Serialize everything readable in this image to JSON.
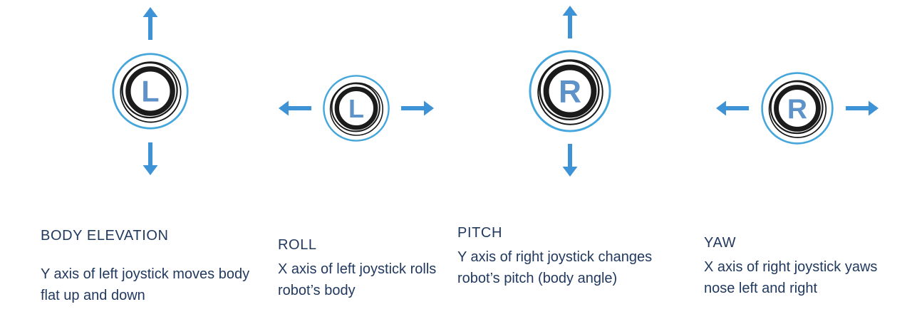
{
  "colors": {
    "arrow_blue": "#3E93D6",
    "ring_blue": "#45A6DC",
    "letter_blue": "#5E93C9",
    "ring_black": "#1B1B1B",
    "text_navy": "#21395F"
  },
  "controls": [
    {
      "id": "body-elevation",
      "letter": "L",
      "axis": "vertical",
      "heading": "BODY ELEVATION",
      "description": "Y axis of left joystick moves body flat up and down"
    },
    {
      "id": "roll",
      "letter": "L",
      "axis": "horizontal",
      "heading": "ROLL",
      "description": "X axis of left joystick rolls robot’s body"
    },
    {
      "id": "pitch",
      "letter": "R",
      "axis": "vertical",
      "heading": "PITCH",
      "description": "Y axis of right joystick changes robot’s pitch (body angle)"
    },
    {
      "id": "yaw",
      "letter": "R",
      "axis": "horizontal",
      "heading": "YAW",
      "description": "X axis of right joystick yaws nose left and right"
    }
  ]
}
